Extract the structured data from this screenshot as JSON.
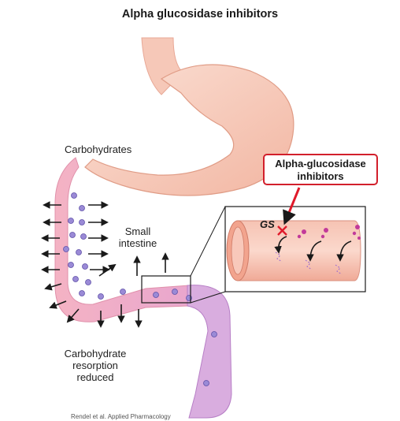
{
  "title": "Alpha glucosidase inhibitors",
  "labels": {
    "carbohydrates": "Carbohydrates",
    "small_intestine_line1": "Small",
    "small_intestine_line2": "intestine",
    "resorption_line1": "Carbohydrate",
    "resorption_line2": "resorption",
    "resorption_line3": "reduced",
    "callout_line1": "Alpha-glucosidase",
    "callout_line2": "inhibitors",
    "enzyme": "GS",
    "credit": "Rendel et al. Applied Pharmacology"
  },
  "colors": {
    "stomach": "#f7c9b8",
    "intestine_pink": "#f4b3c4",
    "intestine_purple": "#d4a7dc",
    "molecule": "#9a8ad6",
    "callout_border": "#d21f2b",
    "inhibitor_red": "#e01a2a",
    "glucose_magenta": "#c23a9a"
  }
}
